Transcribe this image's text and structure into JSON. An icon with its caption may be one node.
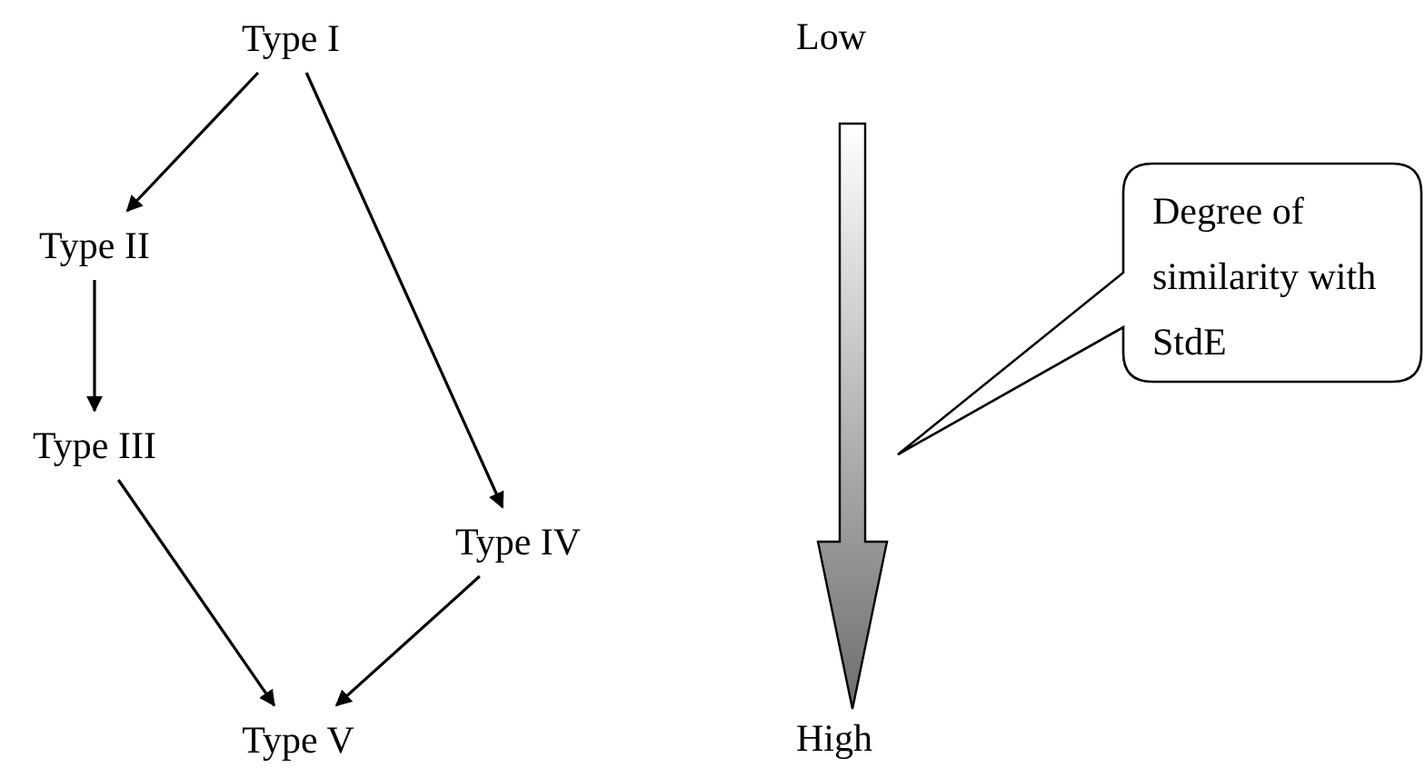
{
  "diagram": {
    "nodes": [
      {
        "text": [
          "Type I"
        ]
      },
      {
        "text": [
          "Type II"
        ]
      },
      {
        "text": [
          "Type III"
        ]
      },
      {
        "text": [
          "Type IV"
        ]
      },
      {
        "text": [
          "Type V"
        ]
      },
      {
        "text": [
          "Degree of similarity with StdE"
        ]
      }
    ],
    "edges": [
      {
        "from": 0,
        "to": 1,
        "arrow": "to"
      },
      {
        "from": 0,
        "to": 3,
        "arrow": "to"
      },
      {
        "from": 1,
        "to": 2,
        "arrow": "to"
      },
      {
        "from": 2,
        "to": 4,
        "arrow": "to"
      },
      {
        "from": 3,
        "to": 4,
        "arrow": "to"
      }
    ],
    "labels": [
      "Low",
      "High"
    ]
  }
}
